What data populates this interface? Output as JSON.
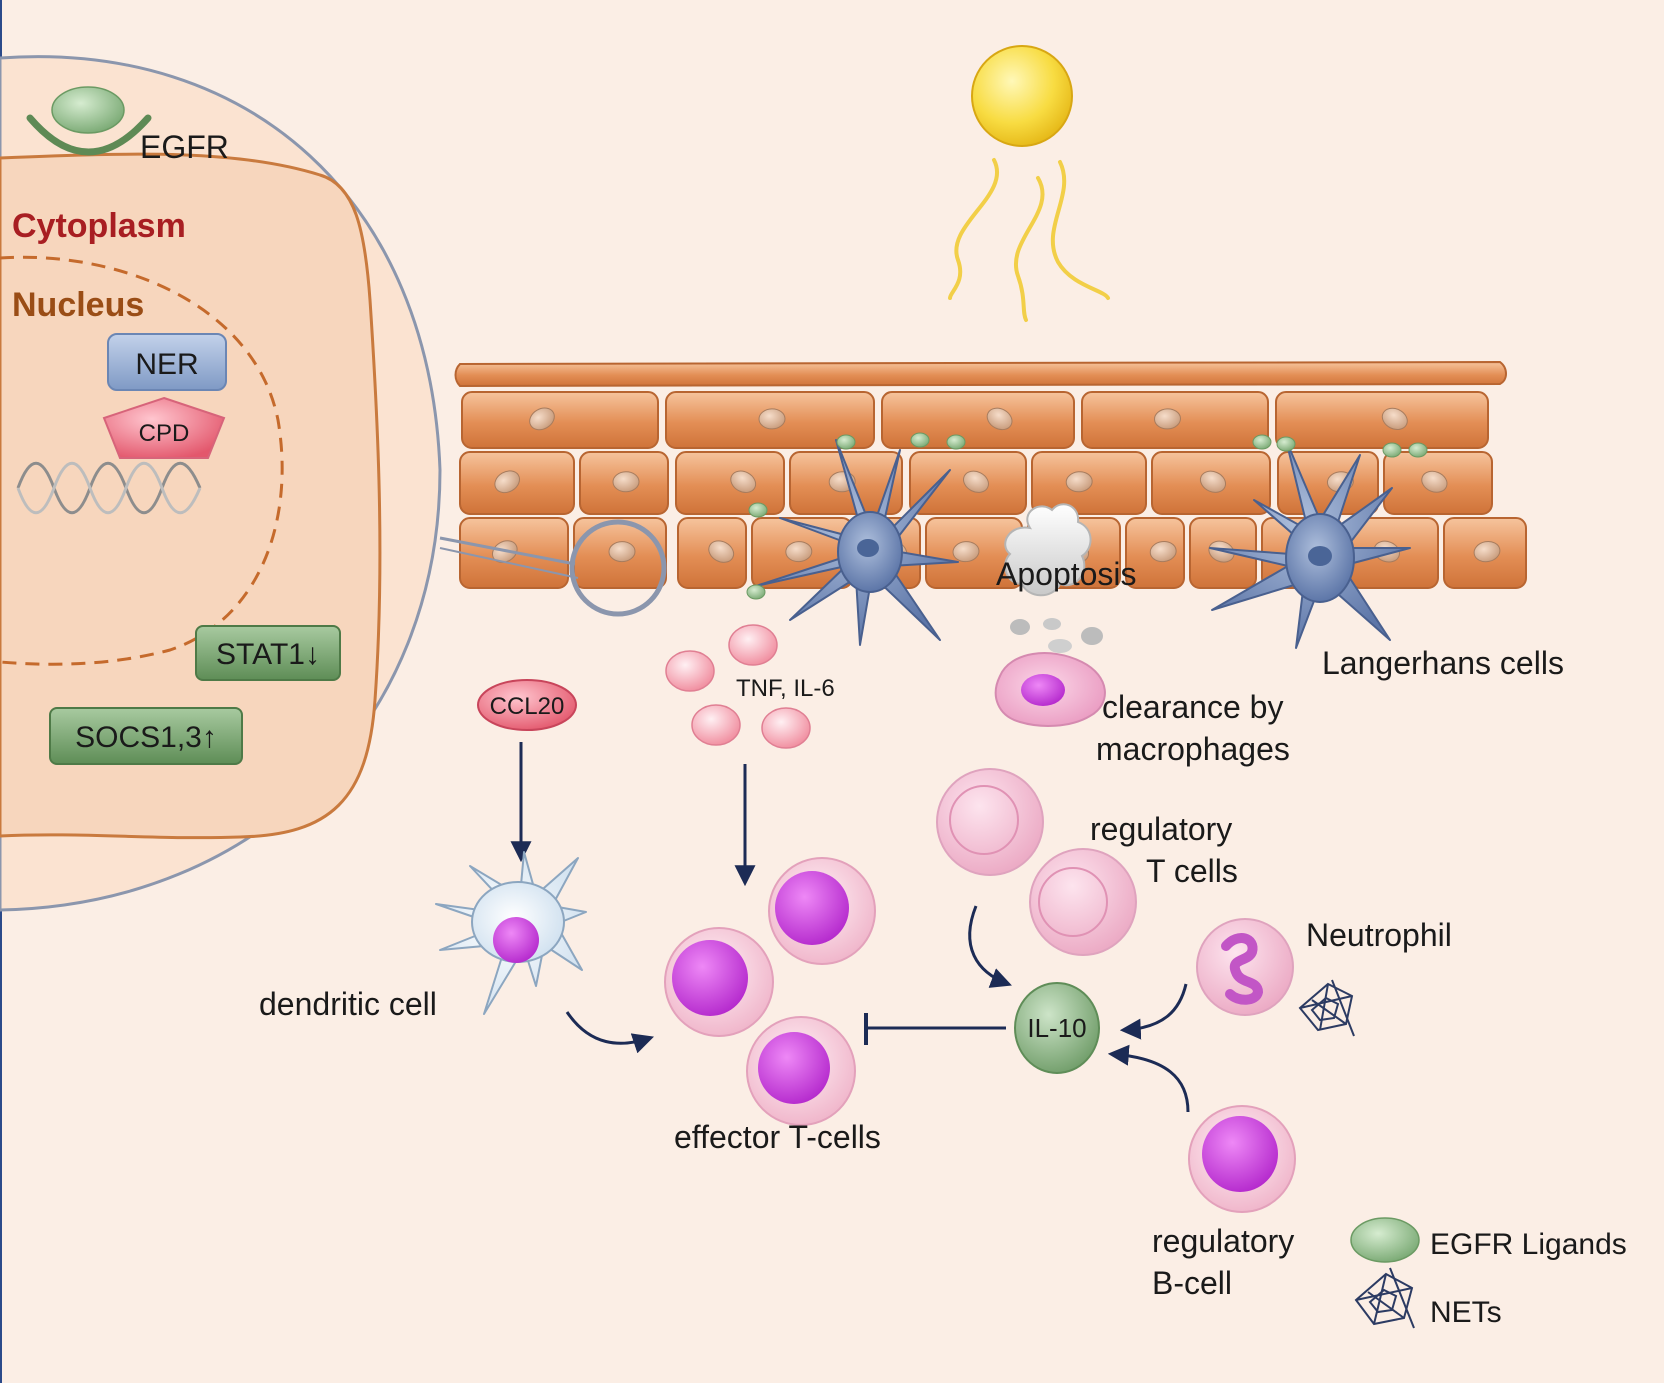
{
  "labels": {
    "egfr": "EGFR",
    "cytoplasm": "Cytoplasm",
    "nucleus": "Nucleus",
    "ner": "NER",
    "cpd": "CPD",
    "stat1": "STAT1↓",
    "socs": "SOCS1,3↑",
    "apoptosis": "Apoptosis",
    "langerhans": "Langerhans cells",
    "clearance_line1": "clearance by",
    "clearance_line2": "macrophages",
    "ccl20": "CCL20",
    "tnf": "TNF, IL-6",
    "regulatory_t_line1": "regulatory",
    "regulatory_t_line2": "T cells",
    "neutrophil": "Neutrophil",
    "dendritic": "dendritic cell",
    "il10": "IL-10",
    "effector": "effector T-cells",
    "regulatory_b_line1": "regulatory",
    "regulatory_b_line2": "B-cell"
  },
  "legend": {
    "egfr_ligands": "EGFR Ligands",
    "nets": "NETs"
  },
  "colors": {
    "background": "#fbeee5",
    "skin_cell": "#e2915c",
    "langerhans": "#6d86b3",
    "egfr_ligand": "#8fb98a",
    "t_cell_nucleus": "#c13ad6",
    "arrow": "#1c2b55"
  }
}
